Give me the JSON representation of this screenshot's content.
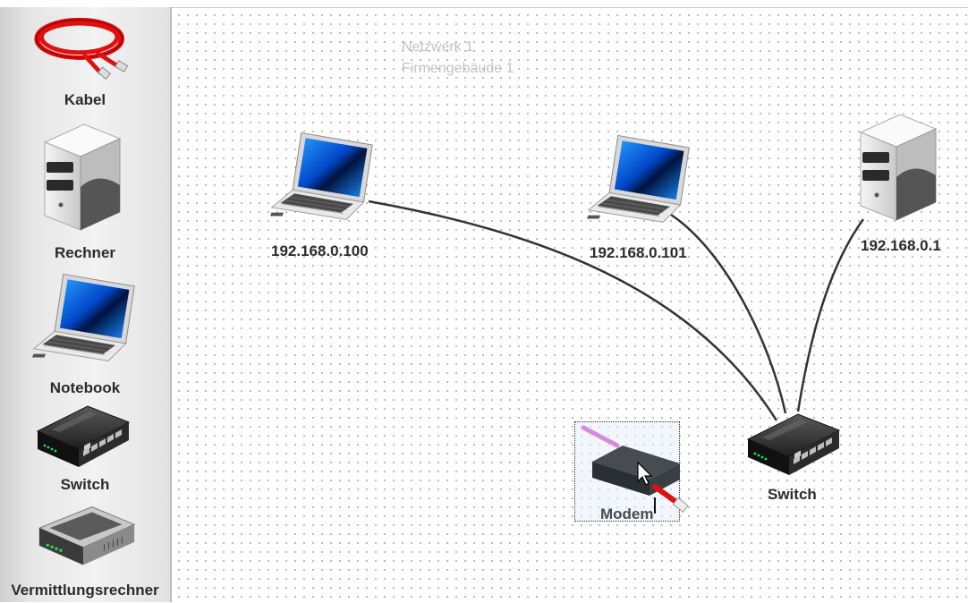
{
  "palette": {
    "items": [
      {
        "label": "Kabel",
        "icon": "cable-icon"
      },
      {
        "label": "Rechner",
        "icon": "server-icon"
      },
      {
        "label": "Notebook",
        "icon": "laptop-icon"
      },
      {
        "label": "Switch",
        "icon": "switch-icon"
      },
      {
        "label": "Vermittlungsrechner",
        "icon": "router-icon"
      }
    ]
  },
  "canvas": {
    "network_name": "Netzwerk 1",
    "building_name": "Firmengebäude 1",
    "nodes": [
      {
        "label": "192.168.0.100",
        "type": "laptop"
      },
      {
        "label": "192.168.0.101",
        "type": "laptop"
      },
      {
        "label": "192.168.0.1",
        "type": "server"
      },
      {
        "label": "Switch",
        "type": "switch"
      },
      {
        "label": "Modem",
        "type": "modem"
      }
    ]
  },
  "colors": {
    "cable": "#333333",
    "cable_red": "#e01010",
    "screen_blue": "#0a66d6"
  }
}
